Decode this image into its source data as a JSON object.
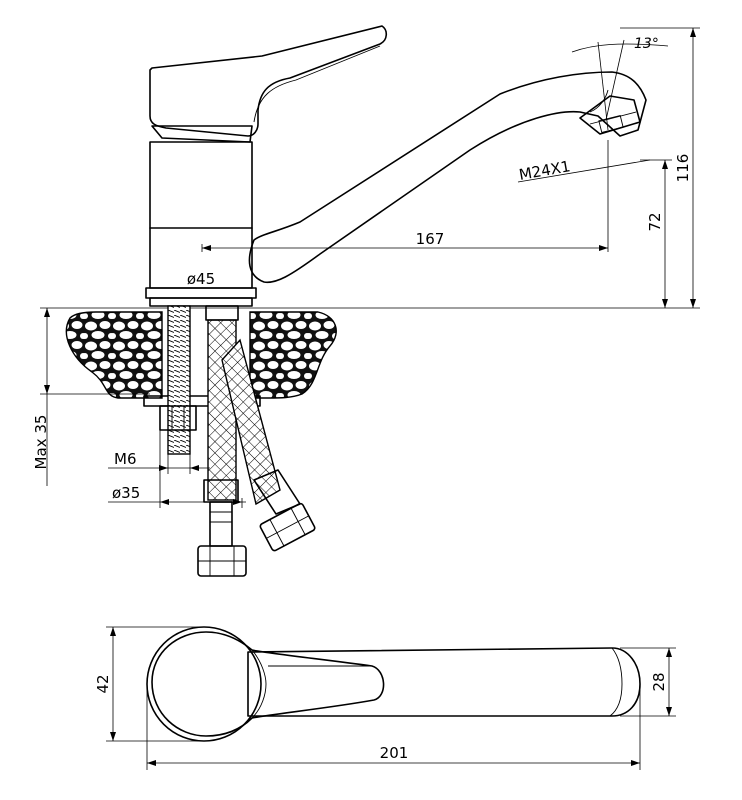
{
  "dimensions": {
    "angle": "13°",
    "thread_spout": "M24X1",
    "height_total": "116",
    "height_spout": "72",
    "spout_reach": "167",
    "base_diameter": "ø45",
    "max_thickness": "Max 35",
    "stud_thread": "M6",
    "hole_diameter": "ø35",
    "top_width": "42",
    "top_spout_width": "28",
    "top_length": "201"
  }
}
